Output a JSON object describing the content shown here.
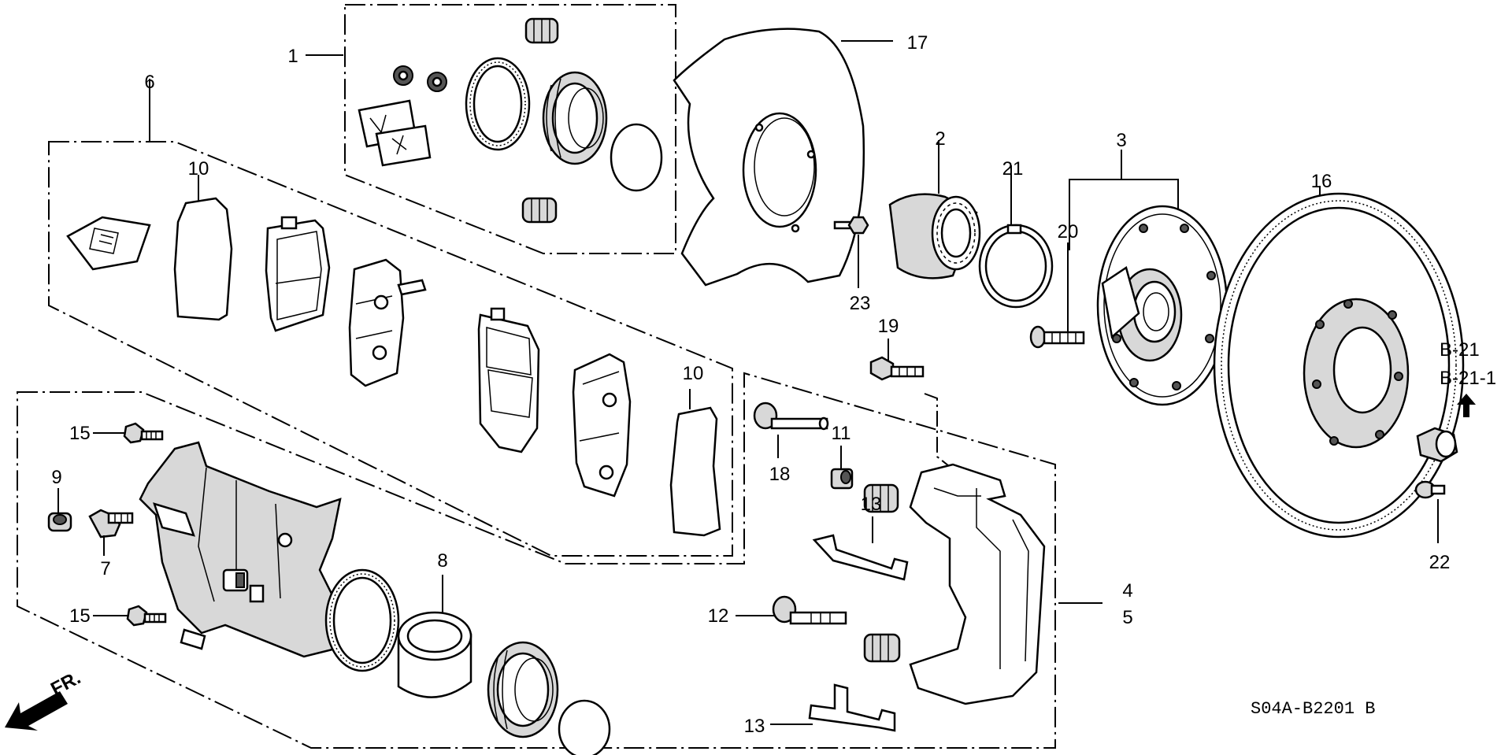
{
  "diagram": {
    "code": "S04A-B2201 B",
    "direction": "FR.",
    "refs": [
      "B-21",
      "B-21-1"
    ],
    "callouts": {
      "c1": "1",
      "c2": "2",
      "c3": "3",
      "c4": "4",
      "c5": "5",
      "c6": "6",
      "c7": "7",
      "c8": "8",
      "c9": "9",
      "c10a": "10",
      "c10b": "10",
      "c11": "11",
      "c12": "12",
      "c13a": "13",
      "c13b": "13",
      "c15a": "15",
      "c15b": "15",
      "c16": "16",
      "c17": "17",
      "c18": "18",
      "c19": "19",
      "c20": "20",
      "c21": "21",
      "c22": "22",
      "c23": "23"
    }
  }
}
